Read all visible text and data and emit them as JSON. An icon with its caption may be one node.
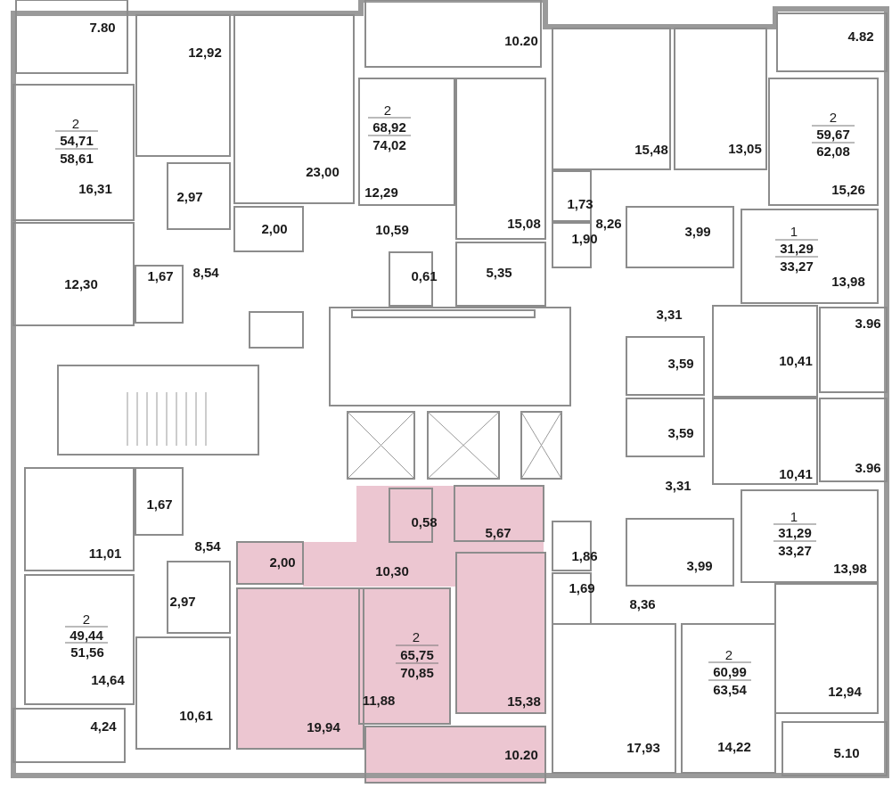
{
  "diagram": {
    "labels": [
      "7.80",
      "12,92",
      "10.20",
      "4.82",
      "2",
      "54,71",
      "58,61",
      "2",
      "68,92",
      "74,02",
      "2",
      "59,67",
      "62,08",
      "15,48",
      "13,05",
      "23,00",
      "16,31",
      "2,97",
      "12,29",
      "15,26",
      "15,08",
      "1,73",
      "10,59",
      "8,26",
      "1,90",
      "3,99",
      "1",
      "31,29",
      "33,27",
      "2,00",
      "1,67",
      "8,54",
      "12,30",
      "0,61",
      "5,35",
      "13,98",
      "3,31",
      "3.96",
      "10,41",
      "3,59",
      "3,59",
      "10,41",
      "3.96",
      "3,31",
      "1,67",
      "0,58",
      "5,67",
      "1",
      "31,29",
      "33,27",
      "8,54",
      "2,00",
      "11,01",
      "10,30",
      "1,86",
      "13,98",
      "1,69",
      "3,99",
      "8,36",
      "2,97",
      "2",
      "49,44",
      "51,56",
      "2",
      "65,75",
      "70,85",
      "2",
      "60,99",
      "63,54",
      "14,64",
      "11,88",
      "15,38",
      "12,94",
      "4,24",
      "10,61",
      "19,94",
      "17,93",
      "14,22",
      "10.20",
      "5.10"
    ]
  }
}
